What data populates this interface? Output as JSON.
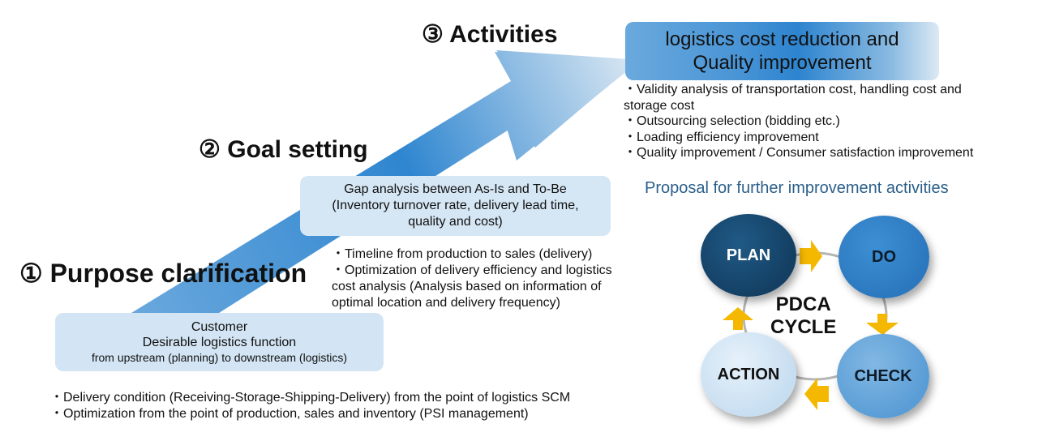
{
  "steps": {
    "step1": {
      "title": "① Purpose clarification"
    },
    "step2": {
      "title": "② Goal setting"
    },
    "step3": {
      "title": "③ Activities"
    }
  },
  "box1": {
    "line1": "Customer",
    "line2": "Desirable logistics function",
    "line3": "from upstream (planning) to downstream (logistics)"
  },
  "box2": {
    "line1": "Gap analysis between As-Is and To-Be",
    "line2": "(Inventory turnover rate, delivery lead time,",
    "line3": "quality and cost)"
  },
  "box3": {
    "line1": "logistics cost reduction and",
    "line2": "Quality improvement"
  },
  "bullets_step1": [
    "・Delivery condition (Receiving-Storage-Shipping-Delivery) from the point of logistics SCM",
    "・Optimization from the point of production, sales and inventory (PSI management)"
  ],
  "bullets_step2": [
    "・Timeline from production to sales (delivery)",
    "・Optimization of delivery efficiency and logistics",
    "cost analysis (Analysis based on information of",
    "optimal location and delivery frequency)"
  ],
  "bullets_step3": [
    "・Validity analysis of transportation cost, handling cost and",
    "storage cost",
    "・Outsourcing selection (bidding etc.)",
    "・Loading efficiency improvement",
    "・Quality improvement / Consumer satisfaction improvement"
  ],
  "proposal": "Proposal for further improvement activities",
  "pdca": {
    "plan": "PLAN",
    "do": "DO",
    "check": "CHECK",
    "action": "ACTION",
    "center_line1": "PDCA",
    "center_line2": "CYCLE"
  },
  "colors": {
    "arrow_dark": "#2d84cf",
    "arrow_light": "#dce8f3",
    "plan": "#143f63",
    "do": "#2c78bf",
    "check": "#5a9dd6",
    "action": "#c7def1",
    "cycle_arrow": "#f5b800",
    "proposal_text": "#2b5f8a"
  }
}
